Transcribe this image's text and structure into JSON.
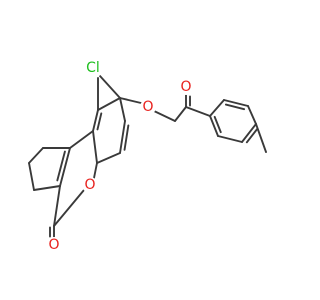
{
  "molecule": {
    "colors": {
      "bond": "#3a3a3a",
      "oxygen": "#e8211d",
      "chlorine": "#1fbf1f",
      "background": "#ffffff"
    },
    "atom_labels": {
      "chlorine": "Cl",
      "ether_oxygen": "O",
      "ketone_oxygen": "O",
      "ring_oxygen": "O",
      "lactone_carbonyl_oxygen": "O"
    }
  }
}
